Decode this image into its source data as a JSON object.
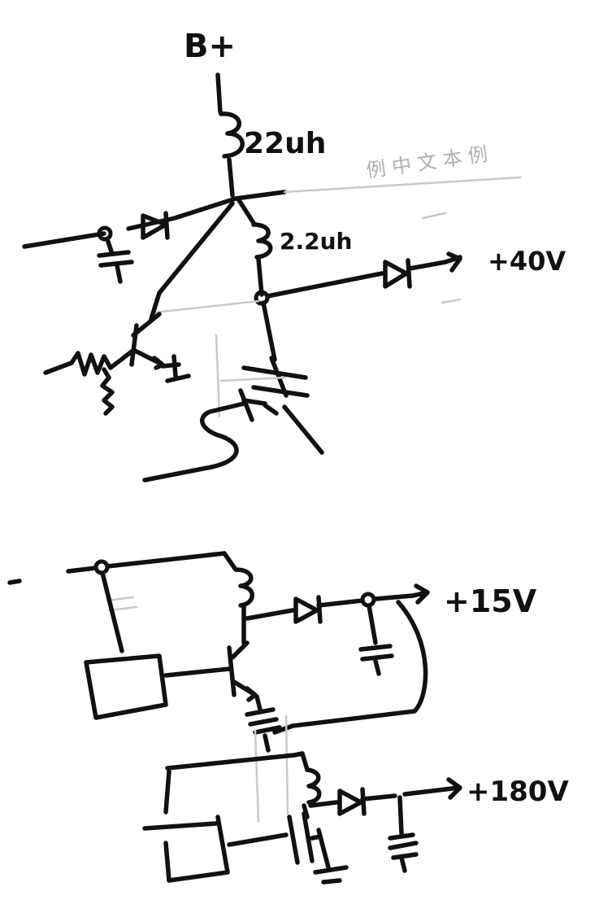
{
  "labels": {
    "top_source": "B+",
    "inductor_main": "22uh",
    "inductor_secondary": "2.2uh",
    "faint_note": "例 中 文 本 例",
    "out_40v": "+40V",
    "out_15v": "+15V",
    "out_180v": "+180V"
  },
  "colors": {
    "ink": "#111111",
    "paper": "#ffffff",
    "faint_ink": "#c9c9c9"
  }
}
